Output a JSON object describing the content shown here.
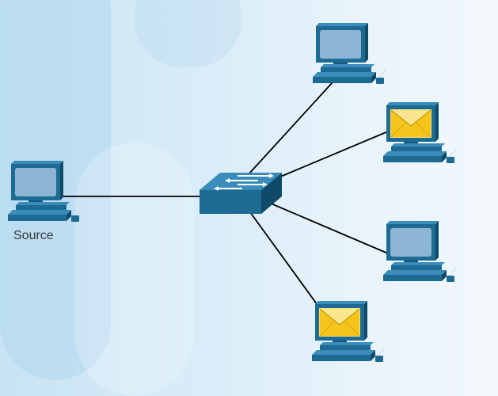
{
  "labels": {
    "source": "Source"
  },
  "colors": {
    "monitor_body": "#1d6b93",
    "monitor_dark": "#0f4a69",
    "screen_blank": "#8cb6d4",
    "envelope": "#f7d43a",
    "switch_body": "#2a7aa6",
    "link": "#000000"
  },
  "nodes": [
    {
      "name": "source-computer",
      "icon": "computer-icon",
      "label": "Source"
    },
    {
      "name": "switch",
      "icon": "switch-icon"
    },
    {
      "name": "computer-top",
      "icon": "computer-icon"
    },
    {
      "name": "computer-mail-top",
      "icon": "computer-with-envelope-icon"
    },
    {
      "name": "computer-middle",
      "icon": "computer-icon"
    },
    {
      "name": "computer-mail-bottom",
      "icon": "computer-with-envelope-icon"
    }
  ]
}
